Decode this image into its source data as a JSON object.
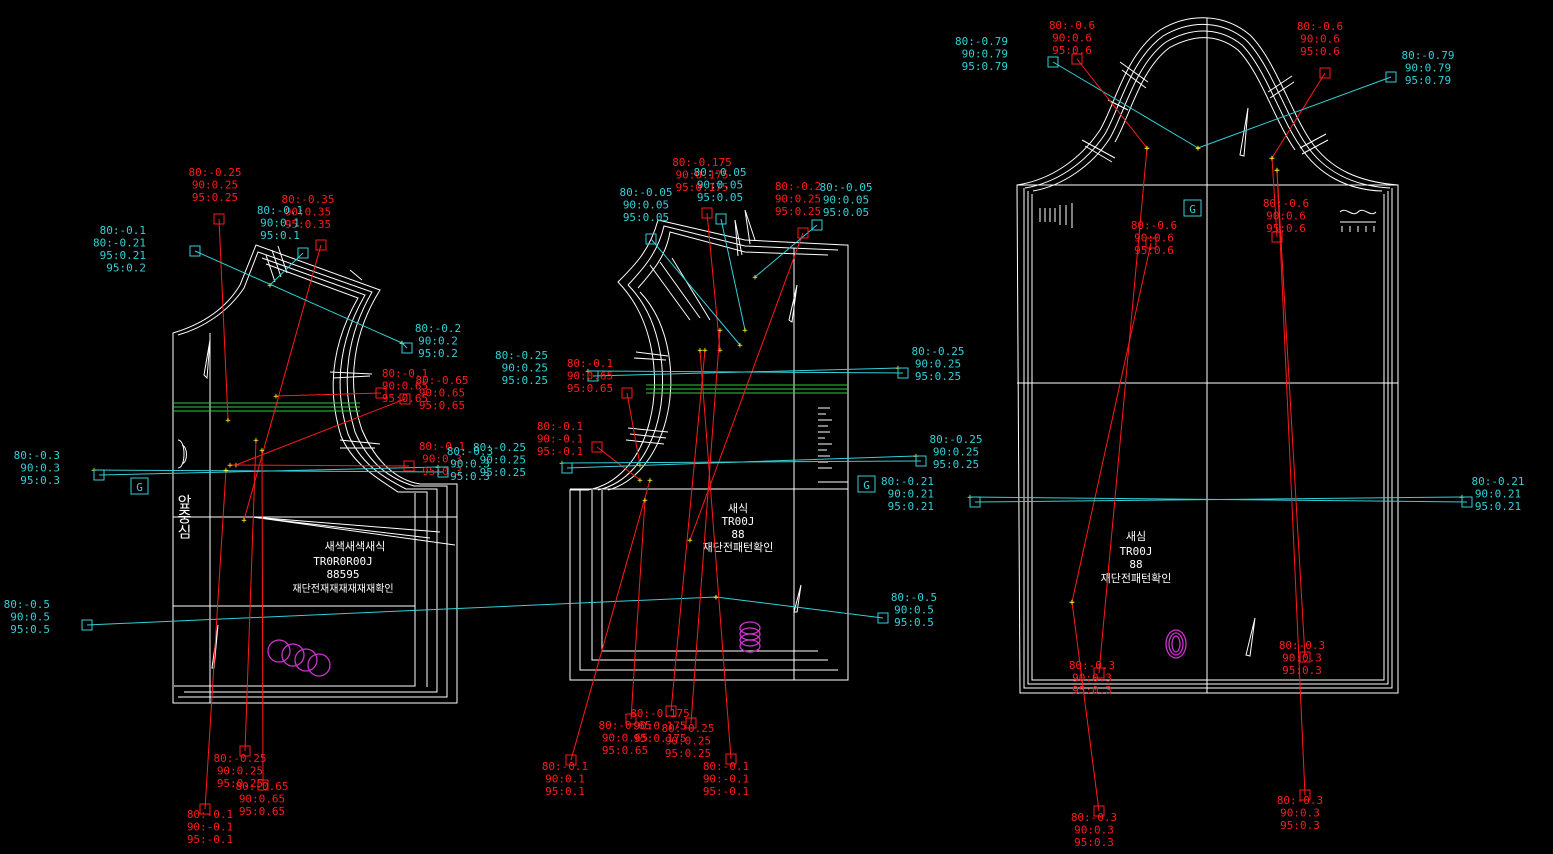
{
  "colors": {
    "background": "#000000",
    "outline": "#ffffff",
    "grade_red": "#ff1a1a",
    "grade_cyan": "#33d0d6",
    "balance_green": "#2ecc40",
    "circle_magenta": "#cc33cc",
    "point_yellow": "#ffff33"
  },
  "pieces": [
    {
      "id": "front",
      "vertical_label": "앞중심",
      "label_lines": [
        "새색새색새식",
        "TR0R0R00J",
        "88595",
        "재단전재재재재재재확인"
      ],
      "grain_marker": "G"
    },
    {
      "id": "back",
      "label_lines": [
        "새식",
        "TR00J",
        "88",
        "재단전패턴확인"
      ],
      "grain_marker": "G"
    },
    {
      "id": "sleeve",
      "label_lines": [
        "새심",
        "TR00J",
        "88",
        "재단전패턴확인"
      ],
      "grain_marker": "G"
    }
  ],
  "grade_tags": [
    {
      "id": "f1",
      "color": "red",
      "lines": [
        "80:-0.25",
        "90:0.25",
        "95:0.25"
      ]
    },
    {
      "id": "f2",
      "color": "red",
      "lines": [
        "80:-0.35",
        "90:0.35",
        "95:0.35"
      ]
    },
    {
      "id": "f2b",
      "color": "cyan",
      "lines": [
        "80:-0.1",
        "90:0.1",
        "95:0.1"
      ]
    },
    {
      "id": "f3",
      "color": "cyan",
      "lines": [
        "80:-0.1",
        "80:-0.21",
        "95:0.21",
        "95:0.2"
      ]
    },
    {
      "id": "f4",
      "color": "cyan",
      "lines": [
        "80:-0.2",
        "90:0.2",
        "95:0.2"
      ]
    },
    {
      "id": "f5",
      "color": "red",
      "lines": [
        "80:-0.1",
        "90:0.65",
        "95:0.65"
      ]
    },
    {
      "id": "f5b",
      "color": "red",
      "lines": [
        "80:-0.65",
        "90:0.65",
        "95:0.65"
      ]
    },
    {
      "id": "f6",
      "color": "red",
      "lines": [
        "80:-0.1",
        "90:0.3",
        "95:0.3"
      ]
    },
    {
      "id": "f6b",
      "color": "cyan",
      "lines": [
        "80:-0.3",
        "90:0.3",
        "95:0.3"
      ]
    },
    {
      "id": "f7",
      "color": "cyan",
      "lines": [
        "80:-0.3",
        "90:0.3",
        "95:0.3"
      ]
    },
    {
      "id": "f8",
      "color": "cyan",
      "lines": [
        "80:-0.5",
        "90:0.5",
        "95:0.5"
      ]
    },
    {
      "id": "f9",
      "color": "red",
      "lines": [
        "80:-0.25",
        "90:0.25",
        "95:0.25"
      ]
    },
    {
      "id": "f9b",
      "color": "red",
      "lines": [
        "80:-0.65",
        "90:0.65",
        "95:0.65"
      ]
    },
    {
      "id": "f10",
      "color": "red",
      "lines": [
        "80:-0.1",
        "90:-0.1",
        "95:-0.1"
      ]
    },
    {
      "id": "b1",
      "color": "red",
      "lines": [
        "80:-0.175",
        "90:0.175",
        "95:0.175"
      ]
    },
    {
      "id": "b2",
      "color": "cyan",
      "lines": [
        "80:-0.05",
        "90:0.05",
        "95:0.05"
      ]
    },
    {
      "id": "b3",
      "color": "cyan",
      "lines": [
        "80:-0.05",
        "90:0.05",
        "95:0.05"
      ]
    },
    {
      "id": "b4",
      "color": "red",
      "lines": [
        "80:-0.2",
        "90:0.25",
        "95:0.25"
      ]
    },
    {
      "id": "b5",
      "color": "cyan",
      "lines": [
        "80:-0.05",
        "90:0.05",
        "95:0.05"
      ]
    },
    {
      "id": "b6",
      "color": "cyan",
      "lines": [
        "80:-0.25",
        "90:0.25",
        "95:0.25"
      ]
    },
    {
      "id": "b7",
      "color": "red",
      "lines": [
        "80:-0.1",
        "90:0.65",
        "95:0.65"
      ]
    },
    {
      "id": "b8",
      "color": "red",
      "lines": [
        "80:-0.1",
        "90:-0.1",
        "95:-0.1"
      ]
    },
    {
      "id": "b9",
      "color": "cyan",
      "lines": [
        "80:-0.25",
        "90:0.25",
        "95:0.25"
      ]
    },
    {
      "id": "b10",
      "color": "cyan",
      "lines": [
        "80:-0.25",
        "90:0.25",
        "95:0.25"
      ]
    },
    {
      "id": "b11",
      "color": "cyan",
      "lines": [
        "80:-0.25",
        "90:0.25",
        "95:0.25"
      ]
    },
    {
      "id": "b12",
      "color": "cyan",
      "lines": [
        "80:-0.5",
        "90:0.5",
        "95:0.5"
      ]
    },
    {
      "id": "b13",
      "color": "red",
      "lines": [
        "80:-0.1",
        "90:0.1",
        "95:0.1"
      ]
    },
    {
      "id": "b14",
      "color": "red",
      "lines": [
        "80:-0.65",
        "90:0.65",
        "95:0.65"
      ]
    },
    {
      "id": "b15",
      "color": "red",
      "lines": [
        "80:-0.175",
        "90:0.175",
        "95:0.175"
      ]
    },
    {
      "id": "b16",
      "color": "red",
      "lines": [
        "80:-0.25",
        "90:0.25",
        "95:0.25"
      ]
    },
    {
      "id": "b17",
      "color": "red",
      "lines": [
        "80:-0.1",
        "90:-0.1",
        "95:-0.1"
      ]
    },
    {
      "id": "s1",
      "color": "cyan",
      "lines": [
        "80:-0.79",
        "90:0.79",
        "95:0.79"
      ]
    },
    {
      "id": "s2",
      "color": "red",
      "lines": [
        "80:-0.6",
        "90:0.6",
        "95:0.6"
      ]
    },
    {
      "id": "s3",
      "color": "red",
      "lines": [
        "80:-0.6",
        "90:0.6",
        "95:0.6"
      ]
    },
    {
      "id": "s4",
      "color": "cyan",
      "lines": [
        "80:-0.79",
        "90:0.79",
        "95:0.79"
      ]
    },
    {
      "id": "s5",
      "color": "red",
      "lines": [
        "80:-0.6",
        "90:0.6",
        "95:0.6"
      ]
    },
    {
      "id": "s6",
      "color": "red",
      "lines": [
        "80:-0.6",
        "90:0.6",
        "95:0.6"
      ]
    },
    {
      "id": "s7",
      "color": "cyan",
      "lines": [
        "80:-0.21",
        "90:0.21",
        "95:0.21"
      ]
    },
    {
      "id": "s8",
      "color": "cyan",
      "lines": [
        "80:-0.21",
        "90:0.21",
        "95:0.21"
      ]
    },
    {
      "id": "s9",
      "color": "red",
      "lines": [
        "80:-0.3",
        "90:0.3",
        "95:0.3"
      ]
    },
    {
      "id": "s10",
      "color": "red",
      "lines": [
        "80:-0.3",
        "90:0.3",
        "95:0.3"
      ]
    },
    {
      "id": "s11",
      "color": "red",
      "lines": [
        "80:-0.3",
        "90:0.3",
        "95:0.3"
      ]
    },
    {
      "id": "s12",
      "color": "red",
      "lines": [
        "80:-0.3",
        "90:0.3",
        "95:0.3"
      ]
    }
  ]
}
